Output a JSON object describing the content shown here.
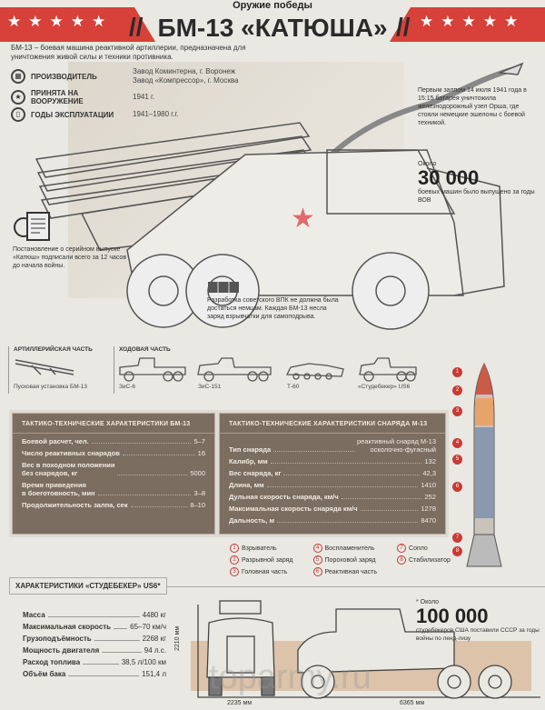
{
  "header": {
    "subtitle": "Оружие победы",
    "title": "БМ-13 «КАТЮША»",
    "stars": "★★★★★"
  },
  "description": "БМ-13 – боевая машина реактивной артиллерии, предназначена для уничтожения живой силы и техники противника.",
  "info": [
    {
      "icon": "factory-icon",
      "label": "ПРОИЗВОДИТЕЛЬ",
      "value": "Завод Коминтерна, г. Воронеж\nЗавод «Компрессор», г. Москва"
    },
    {
      "icon": "star-icon",
      "label": "ПРИНЯТА НА ВООРУЖЕНИЕ",
      "value": "1941 г."
    },
    {
      "icon": "calendar-icon",
      "label": "ГОДЫ ЭКСПЛУАТАЦИИ",
      "value": "1941–1980 г.г."
    }
  ],
  "notes": {
    "first_salvo": "Первым залпом 14 июля 1941 года в 15:15 батарея уничтожила железнодорожный узел Орша, где стояли немецкие эшелоны с боевой техникой.",
    "produced_prefix": "Около",
    "produced_number": "30 000",
    "produced_suffix": "боевых машин было выпущено за годы ВОВ",
    "decree": "Постановление о серийном выпуске «Катюш» подписали всего за 12 часов до начала войны.",
    "explosive": "Разработка советского ВПК не должна была достаться немцам. Каждая БМ-13 несла заряд взрывчатки для самоподрыва."
  },
  "parts": {
    "artillery_title": "АРТИЛЛЕРИЙСКАЯ ЧАСТЬ",
    "launcher": "Пусковая установка БМ-13",
    "chassis_title": "ХОДОВАЯ ЧАСТЬ",
    "vehicles": [
      "ЗиС-6",
      "ЗиС-151",
      "Т-60",
      "«Студебекер» US6"
    ]
  },
  "bm13_table": {
    "title": "ТАКТИКО-ТЕХНИЧЕСКИЕ ХАРАКТЕРИСТИКИ БМ-13",
    "rows": [
      {
        "k": "Боевой расчет, чел.",
        "v": "5–7"
      },
      {
        "k": "Число реактивных снарядов",
        "v": "16"
      },
      {
        "k": "Вес в походном положении\nбез снарядов, кг",
        "v": "5000"
      },
      {
        "k": "Время приведения\nв боеготовность, мин",
        "v": "3–8"
      },
      {
        "k": "Продолжительность залпа, сек",
        "v": "8–10"
      }
    ]
  },
  "m13_table": {
    "title": "ТАКТИКО-ТЕХНИЧЕСКИЕ ХАРАКТЕРИСТИКИ СНАРЯДА М-13",
    "rows": [
      {
        "k": "Тип снаряда",
        "v": "реактивный снаряд М-13\nосколочно-фугасный"
      },
      {
        "k": "Калибр, мм",
        "v": "132"
      },
      {
        "k": "Вес снаряда, кг",
        "v": "42,3"
      },
      {
        "k": "Длина, мм",
        "v": "1410"
      },
      {
        "k": "Дульная скорость снаряда, км/ч",
        "v": "252"
      },
      {
        "k": "Максимальная скорость снаряда км/ч",
        "v": "1278"
      },
      {
        "k": "Дальность, м",
        "v": "8470"
      }
    ]
  },
  "legend": [
    {
      "n": "1",
      "t": "Взрыватель"
    },
    {
      "n": "2",
      "t": "Разрывной заряд"
    },
    {
      "n": "3",
      "t": "Головная часть"
    },
    {
      "n": "4",
      "t": "Воспламенитель"
    },
    {
      "n": "5",
      "t": "Пороховой заряд"
    },
    {
      "n": "6",
      "t": "Реактивная часть"
    },
    {
      "n": "7",
      "t": "Сопло"
    },
    {
      "n": "8",
      "t": "Стабилизатор"
    }
  ],
  "studebaker": {
    "title": "ХАРАКТЕРИСТИКИ «СТУДЕБЕКЕР» US6*",
    "rows": [
      {
        "k": "Масса",
        "v": "4480 кг"
      },
      {
        "k": "Максимальная скорость",
        "v": "65–70 км/ч"
      },
      {
        "k": "Грузоподъёмность",
        "v": "2268 кг"
      },
      {
        "k": "Мощность двигателя",
        "v": "94 л.с."
      },
      {
        "k": "Расход топлива",
        "v": "38,5 л/100 км"
      },
      {
        "k": "Объём бака",
        "v": "151,4 л"
      }
    ],
    "height": "2210 мм",
    "width": "2235 мм",
    "length": "6365 мм",
    "supplied_prefix": "* Около",
    "supplied_number": "100 000",
    "supplied_suffix": "студебекеров США поставили СССР за годы войны по ленд-лизу"
  },
  "watermark": "toparmy.ru",
  "colors": {
    "red": "#d8403a",
    "panel": "#7b6d60"
  }
}
